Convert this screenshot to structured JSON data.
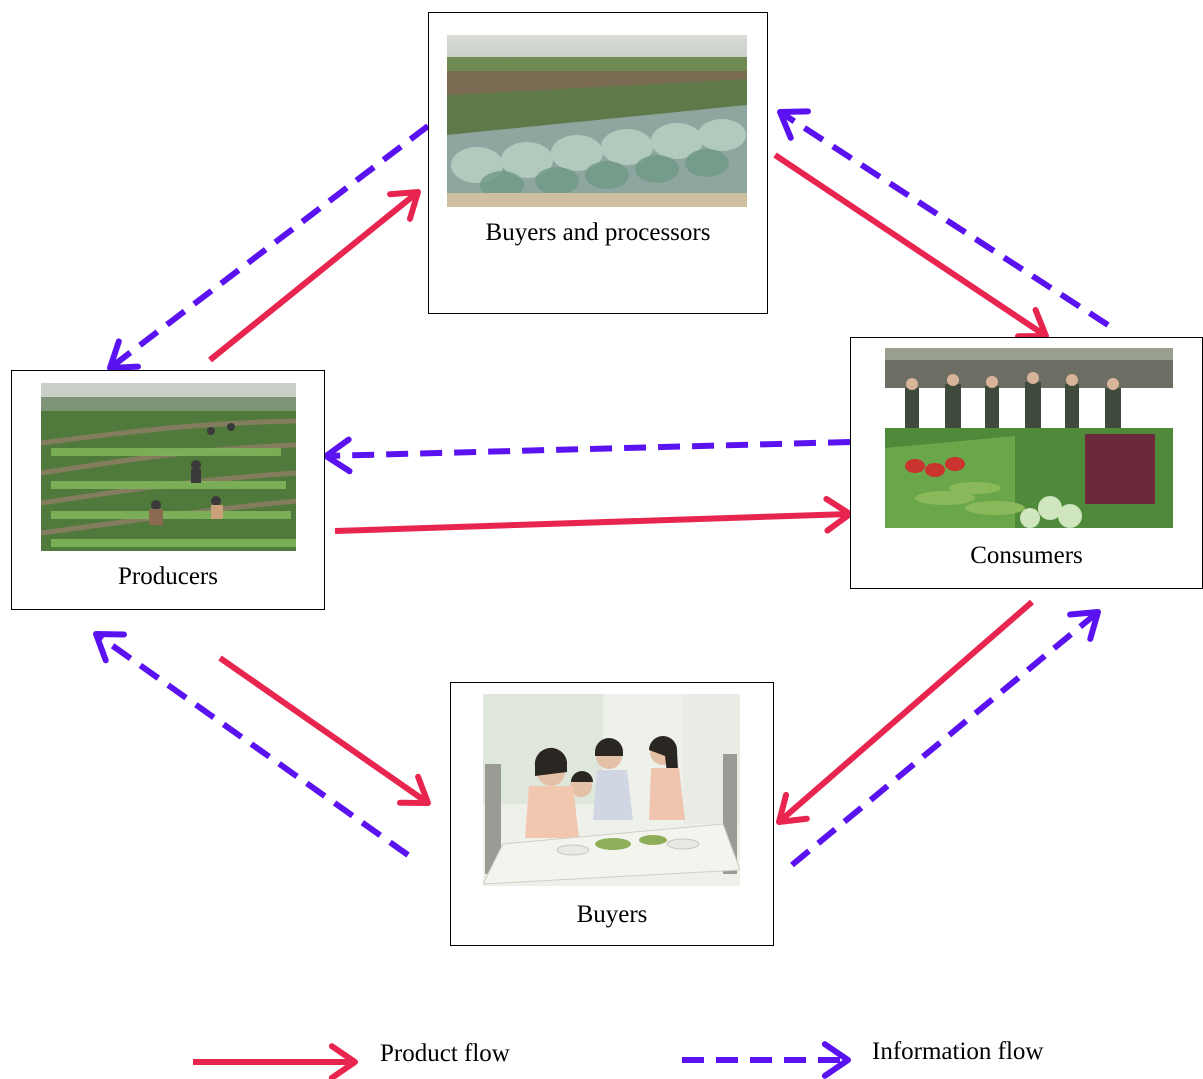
{
  "nodes": {
    "buyers_processors": {
      "label": "Buyers and processors"
    },
    "producers": {
      "label": "Producers"
    },
    "consumers": {
      "label": "Consumers"
    },
    "buyers": {
      "label": "Buyers"
    }
  },
  "legend": {
    "product_flow": {
      "label": "Product flow",
      "color": "#e8254f"
    },
    "information_flow": {
      "label": "Information flow",
      "color": "#5a12f0"
    }
  }
}
